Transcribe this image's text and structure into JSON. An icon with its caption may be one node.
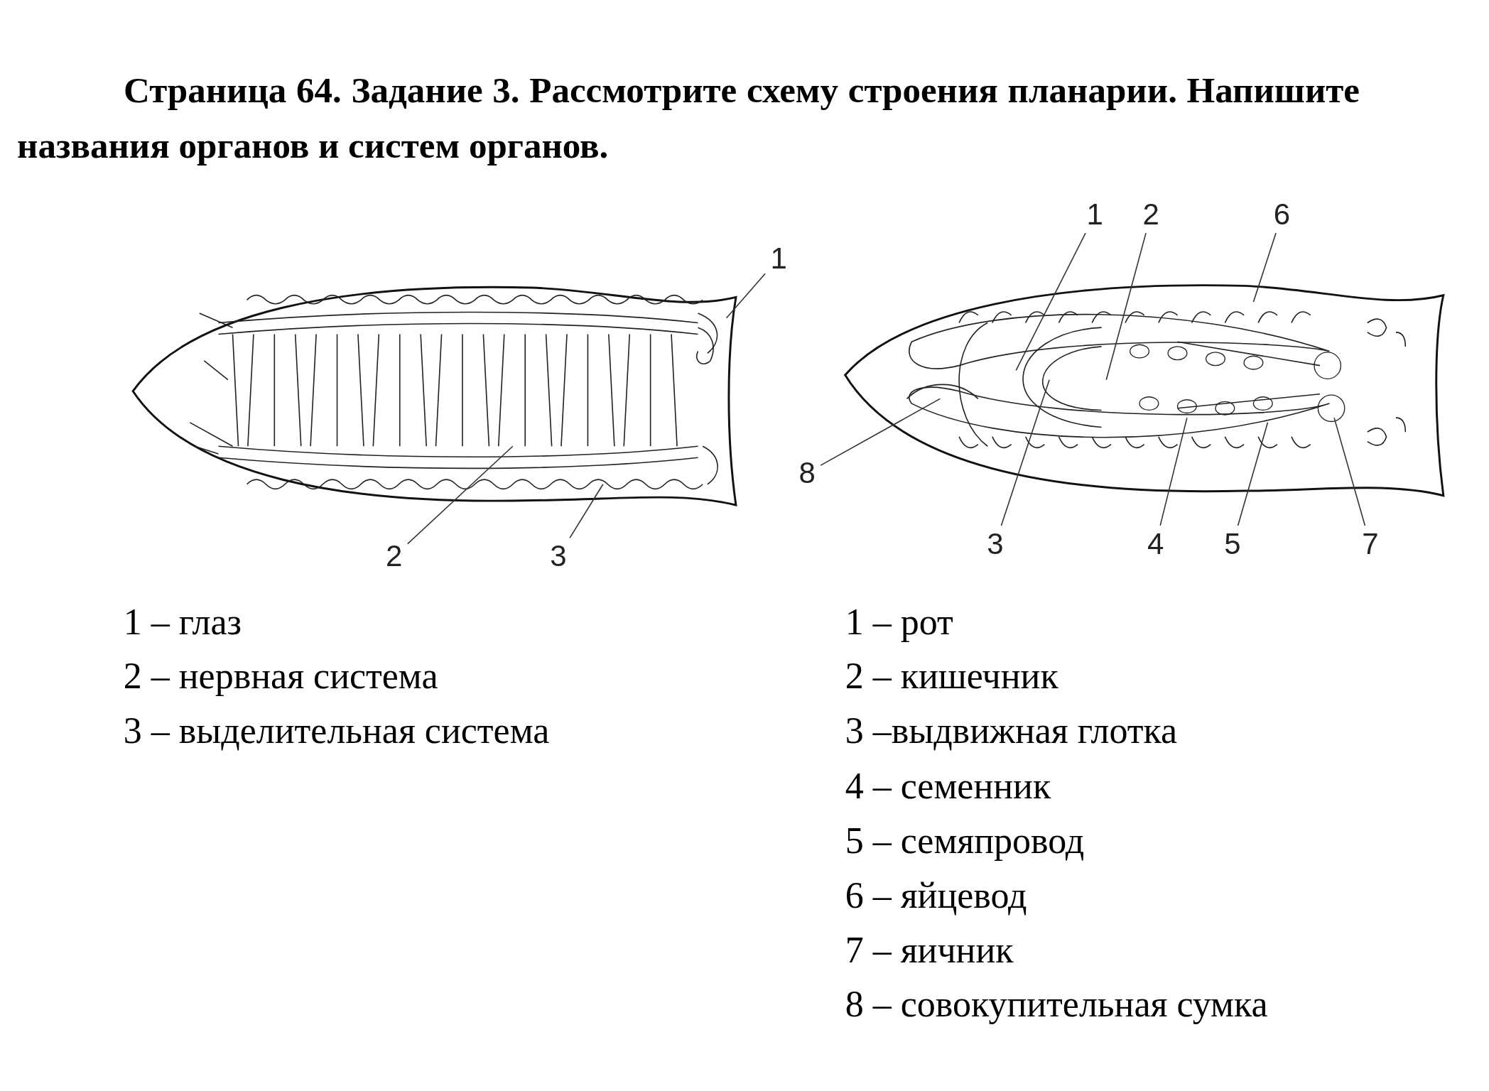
{
  "diagram": {
    "title": "Страница 64. Задание 3. Рассмотрите схему строения планарии. Напишите названия органов и систем органов.",
    "nodes": [
      {
        "text": [
          "1"
        ]
      },
      {
        "text": [
          "2"
        ]
      },
      {
        "text": [
          "3"
        ]
      },
      {
        "text": [
          "1"
        ]
      },
      {
        "text": [
          "2"
        ]
      },
      {
        "text": [
          "6"
        ]
      },
      {
        "text": [
          "8"
        ]
      },
      {
        "text": [
          "3"
        ]
      },
      {
        "text": [
          "4"
        ]
      },
      {
        "text": [
          "5"
        ]
      },
      {
        "text": [
          "7"
        ]
      }
    ],
    "edges": [
      {
        "from": 0,
        "to": null,
        "arrow": "none"
      },
      {
        "from": 1,
        "to": null,
        "arrow": "none"
      },
      {
        "from": 2,
        "to": null,
        "arrow": "none"
      },
      {
        "from": 3,
        "to": null,
        "arrow": "none"
      },
      {
        "from": 4,
        "to": null,
        "arrow": "none"
      },
      {
        "from": 5,
        "to": null,
        "arrow": "none"
      },
      {
        "from": 6,
        "to": null,
        "arrow": "none"
      },
      {
        "from": 7,
        "to": null,
        "arrow": "none"
      },
      {
        "from": 8,
        "to": null,
        "arrow": "none"
      },
      {
        "from": 9,
        "to": null,
        "arrow": "none"
      },
      {
        "from": 10,
        "to": null,
        "arrow": "none"
      }
    ],
    "labels": [
      "1 – глаз",
      "2 – нервная система",
      "3 – выделительная система",
      "1 – рот",
      "2 – кишечник",
      "3 –выдвижная глотка",
      "4 – семенник",
      "5 – семяпровод",
      "6 – яйцевод",
      "7 – яичник",
      "8 – совокупительная сумка"
    ]
  }
}
